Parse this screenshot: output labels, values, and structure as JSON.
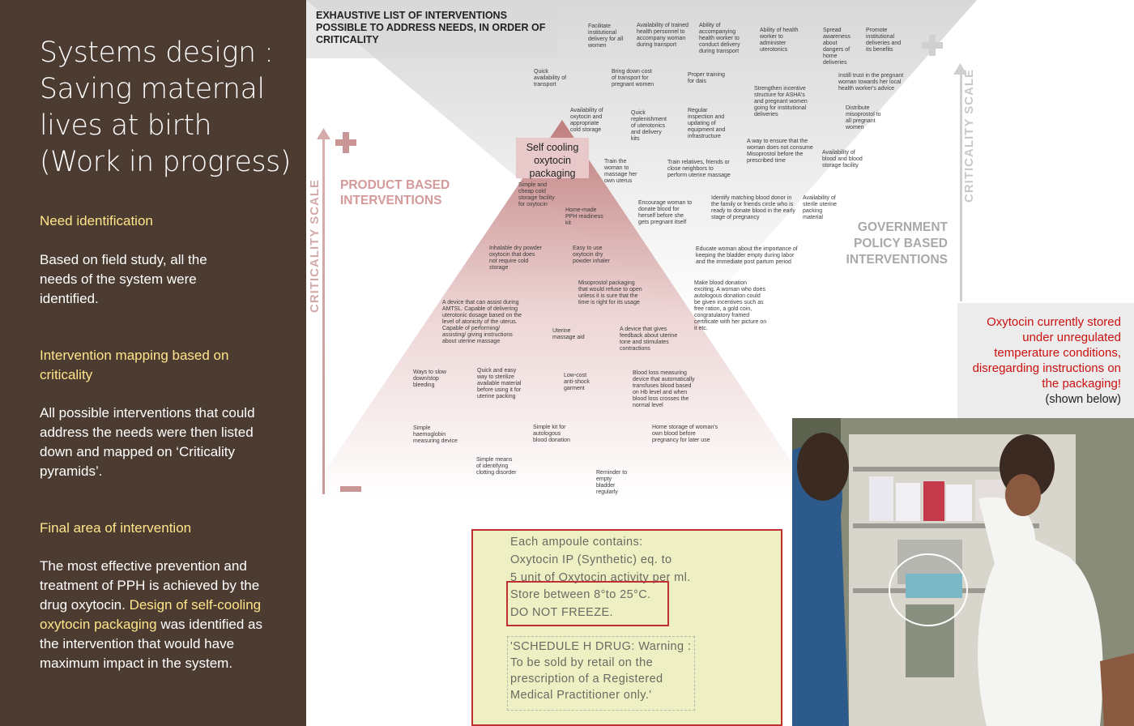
{
  "sidebar": {
    "title": "Systems design : Saving maternal lives at birth (Work in progress)",
    "sections": [
      {
        "heading": "Need identification",
        "body": "Based on field study, all the needs of the system were identified."
      },
      {
        "heading": "Intervention mapping based on criticality",
        "body": "All possible interventions that could address the needs were then listed down and mapped on ‘Criticality pyramids’."
      },
      {
        "heading": "Final area of intervention",
        "body_start": "The most effective prevention and treatment of PPH is achieved by the drug oxytocin.",
        "body_highlight": "Design of self-cooling oxytocin packaging",
        "body_end": "was identified as the intervention that would have maximum impact in the system."
      }
    ]
  },
  "diagram": {
    "header": "EXHAUSTIVE LIST OF INTERVENTIONS POSSIBLE TO ADDRESS NEEDS, IN ORDER OF CRITICALITY",
    "product_label": "PRODUCT BASED INTERVENTIONS",
    "gov_label": "GOVERNMENT POLICY BASED INTERVENTIONS",
    "scale_label": "CRITICALITY SCALE",
    "highlight": "Self cooling oxytocin packaging",
    "gov_notes": [
      "Facilitate institutional delivery for all women",
      "Availability of trained health personnel to accompany woman during transport",
      "Ability of accompanying health worker to conduct delivery during transport",
      "Ability of health worker to administer uterotonics",
      "Spread awareness about dangers of home deliveries",
      "Promote institutional deliveries and its benefits",
      "Quick availability of transport",
      "Bring down cost of transport for pregnant women",
      "Proper training for dais",
      "Strengthen incentive structure for ASHA's and pregnant women going for institutional deliveries",
      "Instill trust in the pregnant woman towards her local health worker's advice",
      "Quick replenishment of uterotonics and delivery kits",
      "Regular inspection and updating of equipment and infrastructure",
      "Distribute misoprostol to all pregnant women",
      "A way to ensure that the woman does not consume Misoprostol before the prescribed time",
      "Availability of blood and blood storage facility",
      "Train relatives, friends or close neighbors to perform uterine massage",
      "Train the woman to massage her own uterus",
      "Identify matching blood donor in the family or friends circle who is ready to donate blood in the early stage of pregnancy",
      "Availability of sterile uterine packing material",
      "Encourage woman to donate blood for herself before she gets pregnant itself",
      "Educate woman about the importance of keeping the bladder empty during labor and the immediate post partum period",
      "Make blood donation exciting. A woman who does autologous donation could be given incentives such as free ration, a gold coin, congratulatory framed certificate with her picture on it etc."
    ],
    "product_notes": [
      "Availability of oxytocin and appropriate cold storage",
      "Simple and cheap cold storage facility for oxytocin",
      "Home-made PPH readiness kit",
      "Inhalable dry powder oxytocin that does not require cold storage",
      "Easy to use oxytocin dry powder inhaler",
      "Misoprostol packaging that would refuse to open unless it is sure that the time is right for its usage",
      "A device that can assist during AMTSL. Capable of delivering uterotonic dosage based on the level of atonicity of the uterus. Capable of performing/ assisting/ giving instructions about uterine massage",
      "Uterine massage aid",
      "A device that gives feedback about uterine tone and stimulates contractions",
      "Ways to slow down/stop bleeding",
      "Quick and easy way to sterilize available material before using it for uterine packing",
      "Low-cost anti-shock garment",
      "Blood loss measuring device that automatically transfuses blood based on Hb level and when blood loss crosses the normal level",
      "Simple haemoglobin measuring device",
      "Simple kit for autologous blood donation",
      "Home storage of woman's own blood before pregnancy for later use",
      "Simple means of identifying clotting disorder",
      "Reminder to empty bladder regularly"
    ]
  },
  "callout": {
    "red_text": "Oxytocin currently stored under unregulated temperature conditions, disregarding instructions on the packaging!",
    "black_text": "(shown below)"
  },
  "label_photo": {
    "lines": [
      "Each ampoule contains:",
      "Oxytocin IP (Synthetic) eq. to",
      "5 unit of Oxytocin activity per ml.",
      "Store between 8°to 25°C.",
      "DO NOT FREEZE.",
      "'SCHEDULE H DRUG: Warning :",
      "To be sold by retail on the",
      "prescription of a Registered",
      "Medical Practitioner only.'"
    ]
  },
  "colors": {
    "sidebar_bg": "#4b3b31",
    "accent_yellow": "#ffe58a",
    "product_pink": "#d49a9a",
    "gov_grey": "#a9a9a9",
    "alert_red": "#cc1010"
  }
}
